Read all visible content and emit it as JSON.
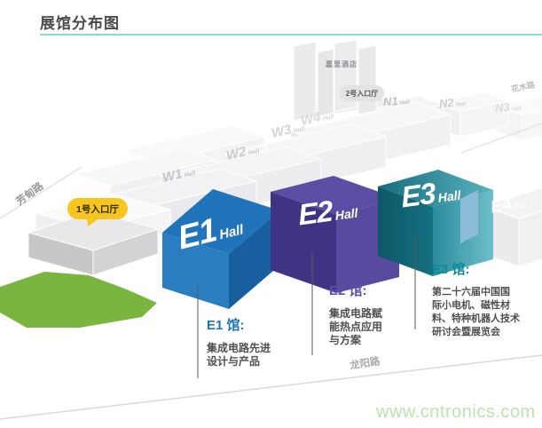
{
  "header": {
    "title": "展馆分布图"
  },
  "watermark": {
    "text": "www.cntronics.com",
    "color": "#bce3ab"
  },
  "roads": {
    "fangdian": "芳甸路",
    "longyang": "龙阳路",
    "huamu": "花木路"
  },
  "hotel": {
    "name": "嘉里酒店"
  },
  "entrances": {
    "no1": "1号入口厅",
    "no2": "2号入口厅"
  },
  "halls": {
    "featured": [
      {
        "id": "E1",
        "name": "E1",
        "suffix": "Hall",
        "accent": "#1e73b9"
      },
      {
        "id": "E2",
        "name": "E2",
        "suffix": "Hall",
        "accent": "#5b4ea0"
      },
      {
        "id": "E3",
        "name": "E3",
        "suffix": "Hall",
        "accent": "#0e8a99"
      }
    ],
    "background": [
      {
        "id": "W1",
        "name": "W1",
        "suffix": "Hall"
      },
      {
        "id": "W2",
        "name": "W2",
        "suffix": "Hall"
      },
      {
        "id": "W3",
        "name": "W3",
        "suffix": "Hall"
      },
      {
        "id": "W4",
        "name": "W4",
        "suffix": "Hall"
      },
      {
        "id": "N1",
        "name": "N1",
        "suffix": "Hall"
      },
      {
        "id": "N2",
        "name": "N2",
        "suffix": "Hall"
      },
      {
        "id": "N3",
        "name": "N3",
        "suffix": "Hall"
      },
      {
        "id": "E4",
        "name": "E4",
        "suffix": "Hall"
      }
    ]
  },
  "legend": [
    {
      "id": "E1",
      "title": "E1 馆:",
      "color": "#1e73b9",
      "lines": [
        "集成电路先进",
        "设计与产品"
      ]
    },
    {
      "id": "E2",
      "title": "E2 馆:",
      "color": "#5b4ea0",
      "lines": [
        "集成电路赋",
        "能热点应用",
        "与方案"
      ]
    },
    {
      "id": "E3",
      "title": "E3 馆:",
      "color": "#0e8a99",
      "lines": [
        "第二十六届中国国",
        "际小电机、磁性材",
        "料、特种机器人技术",
        "研讨会暨展览会"
      ]
    }
  ]
}
